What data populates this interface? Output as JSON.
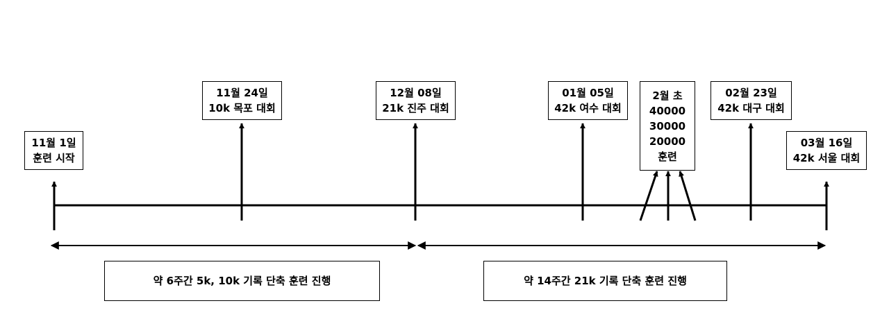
{
  "events": [
    {
      "id": "start",
      "lines": [
        "11월 1일",
        "훈련 시작"
      ]
    },
    {
      "id": "mokpo",
      "lines": [
        "11월 24일",
        "10k 목포 대회"
      ]
    },
    {
      "id": "jinju",
      "lines": [
        "12월 08일",
        "21k 진주 대회"
      ]
    },
    {
      "id": "yeosu",
      "lines": [
        "01월 05일",
        "42k 여수 대회"
      ]
    },
    {
      "id": "training",
      "lines": [
        "2월 초",
        "40000",
        "30000",
        "20000",
        "훈련"
      ]
    },
    {
      "id": "daegu",
      "lines": [
        "02월 23일",
        "42k 대구 대회"
      ]
    },
    {
      "id": "seoul",
      "lines": [
        "03월 16일",
        "42k 서울 대회"
      ]
    }
  ],
  "periods": [
    {
      "id": "phase1",
      "label": "약 6주간 5k, 10k 기록 단축 훈련 진행"
    },
    {
      "id": "phase2",
      "label": "약 14주간 21k 기록 단축 훈련 진행"
    }
  ]
}
